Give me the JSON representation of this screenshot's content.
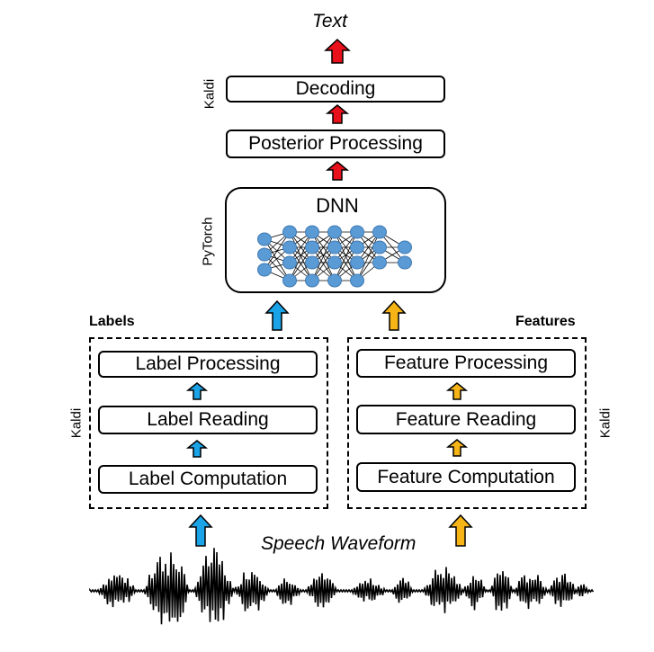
{
  "top": {
    "output_label": "Text"
  },
  "kaldi_top": {
    "side_label": "Kaldi",
    "decoding": "Decoding",
    "posterior": "Posterior Processing"
  },
  "dnn": {
    "side_label": "PyTorch",
    "title": "DNN"
  },
  "labels": {
    "heading": "Labels",
    "side_label": "Kaldi",
    "processing": "Label Processing",
    "reading": "Label Reading",
    "computation": "Label Computation"
  },
  "features": {
    "heading": "Features",
    "side_label": "Kaldi",
    "processing": "Feature Processing",
    "reading": "Feature Reading",
    "computation": "Feature Computation"
  },
  "input": {
    "label": "Speech Waveform"
  },
  "colors": {
    "red_arrow": "#e8101b",
    "blue_arrow": "#1aa3e6",
    "yellow_arrow": "#f7b416",
    "node_fill": "#5b9bd5",
    "node_stroke": "#3f7ab3"
  }
}
